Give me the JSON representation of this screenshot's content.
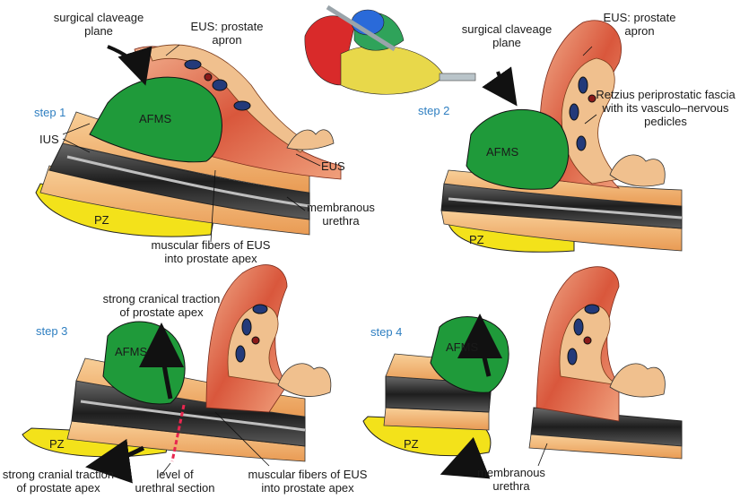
{
  "labels": {
    "surgical_plane_1": "surgical claveage\nplane",
    "eus_apron_1": "EUS: prostate\napron",
    "step1": "step 1",
    "afms_1": "AFMS",
    "ius": "IUS",
    "eus": "EUS",
    "membranous_1": "membranous\nurethra",
    "pz_1": "PZ",
    "muscular_1": "muscular fibers of EUS\ninto prostate apex",
    "surgical_plane_2": "surgical claveage\nplane",
    "eus_apron_2": "EUS: prostate\napron",
    "retzius": "Retzius periprostatic fascia\nwith its vasculo–nervous\npedicles",
    "step2": "step 2",
    "afms_2": "AFMS",
    "pz_2": "PZ",
    "traction_3": "strong cranical traction\nof prostate apex",
    "step3": "step 3",
    "afms_3": "AFMS",
    "pz_3": "PZ",
    "traction_3b": "strong cranial traction\nof prostate apex",
    "level_section": "level of\nurethral section",
    "muscular_3": "muscular fibers of EUS\ninto prostate apex",
    "step4": "step 4",
    "afms_4": "AFMS",
    "pz_4": "PZ",
    "membranous_4": "membranous\nurethra"
  },
  "colors": {
    "afms": "#1f9a3a",
    "pz": "#f3e21a",
    "eus": "#e07a5c",
    "fat": "#f3b779",
    "urethra": "#3a3a3a",
    "step": "#2f7fc1",
    "section": "#e8264f"
  }
}
